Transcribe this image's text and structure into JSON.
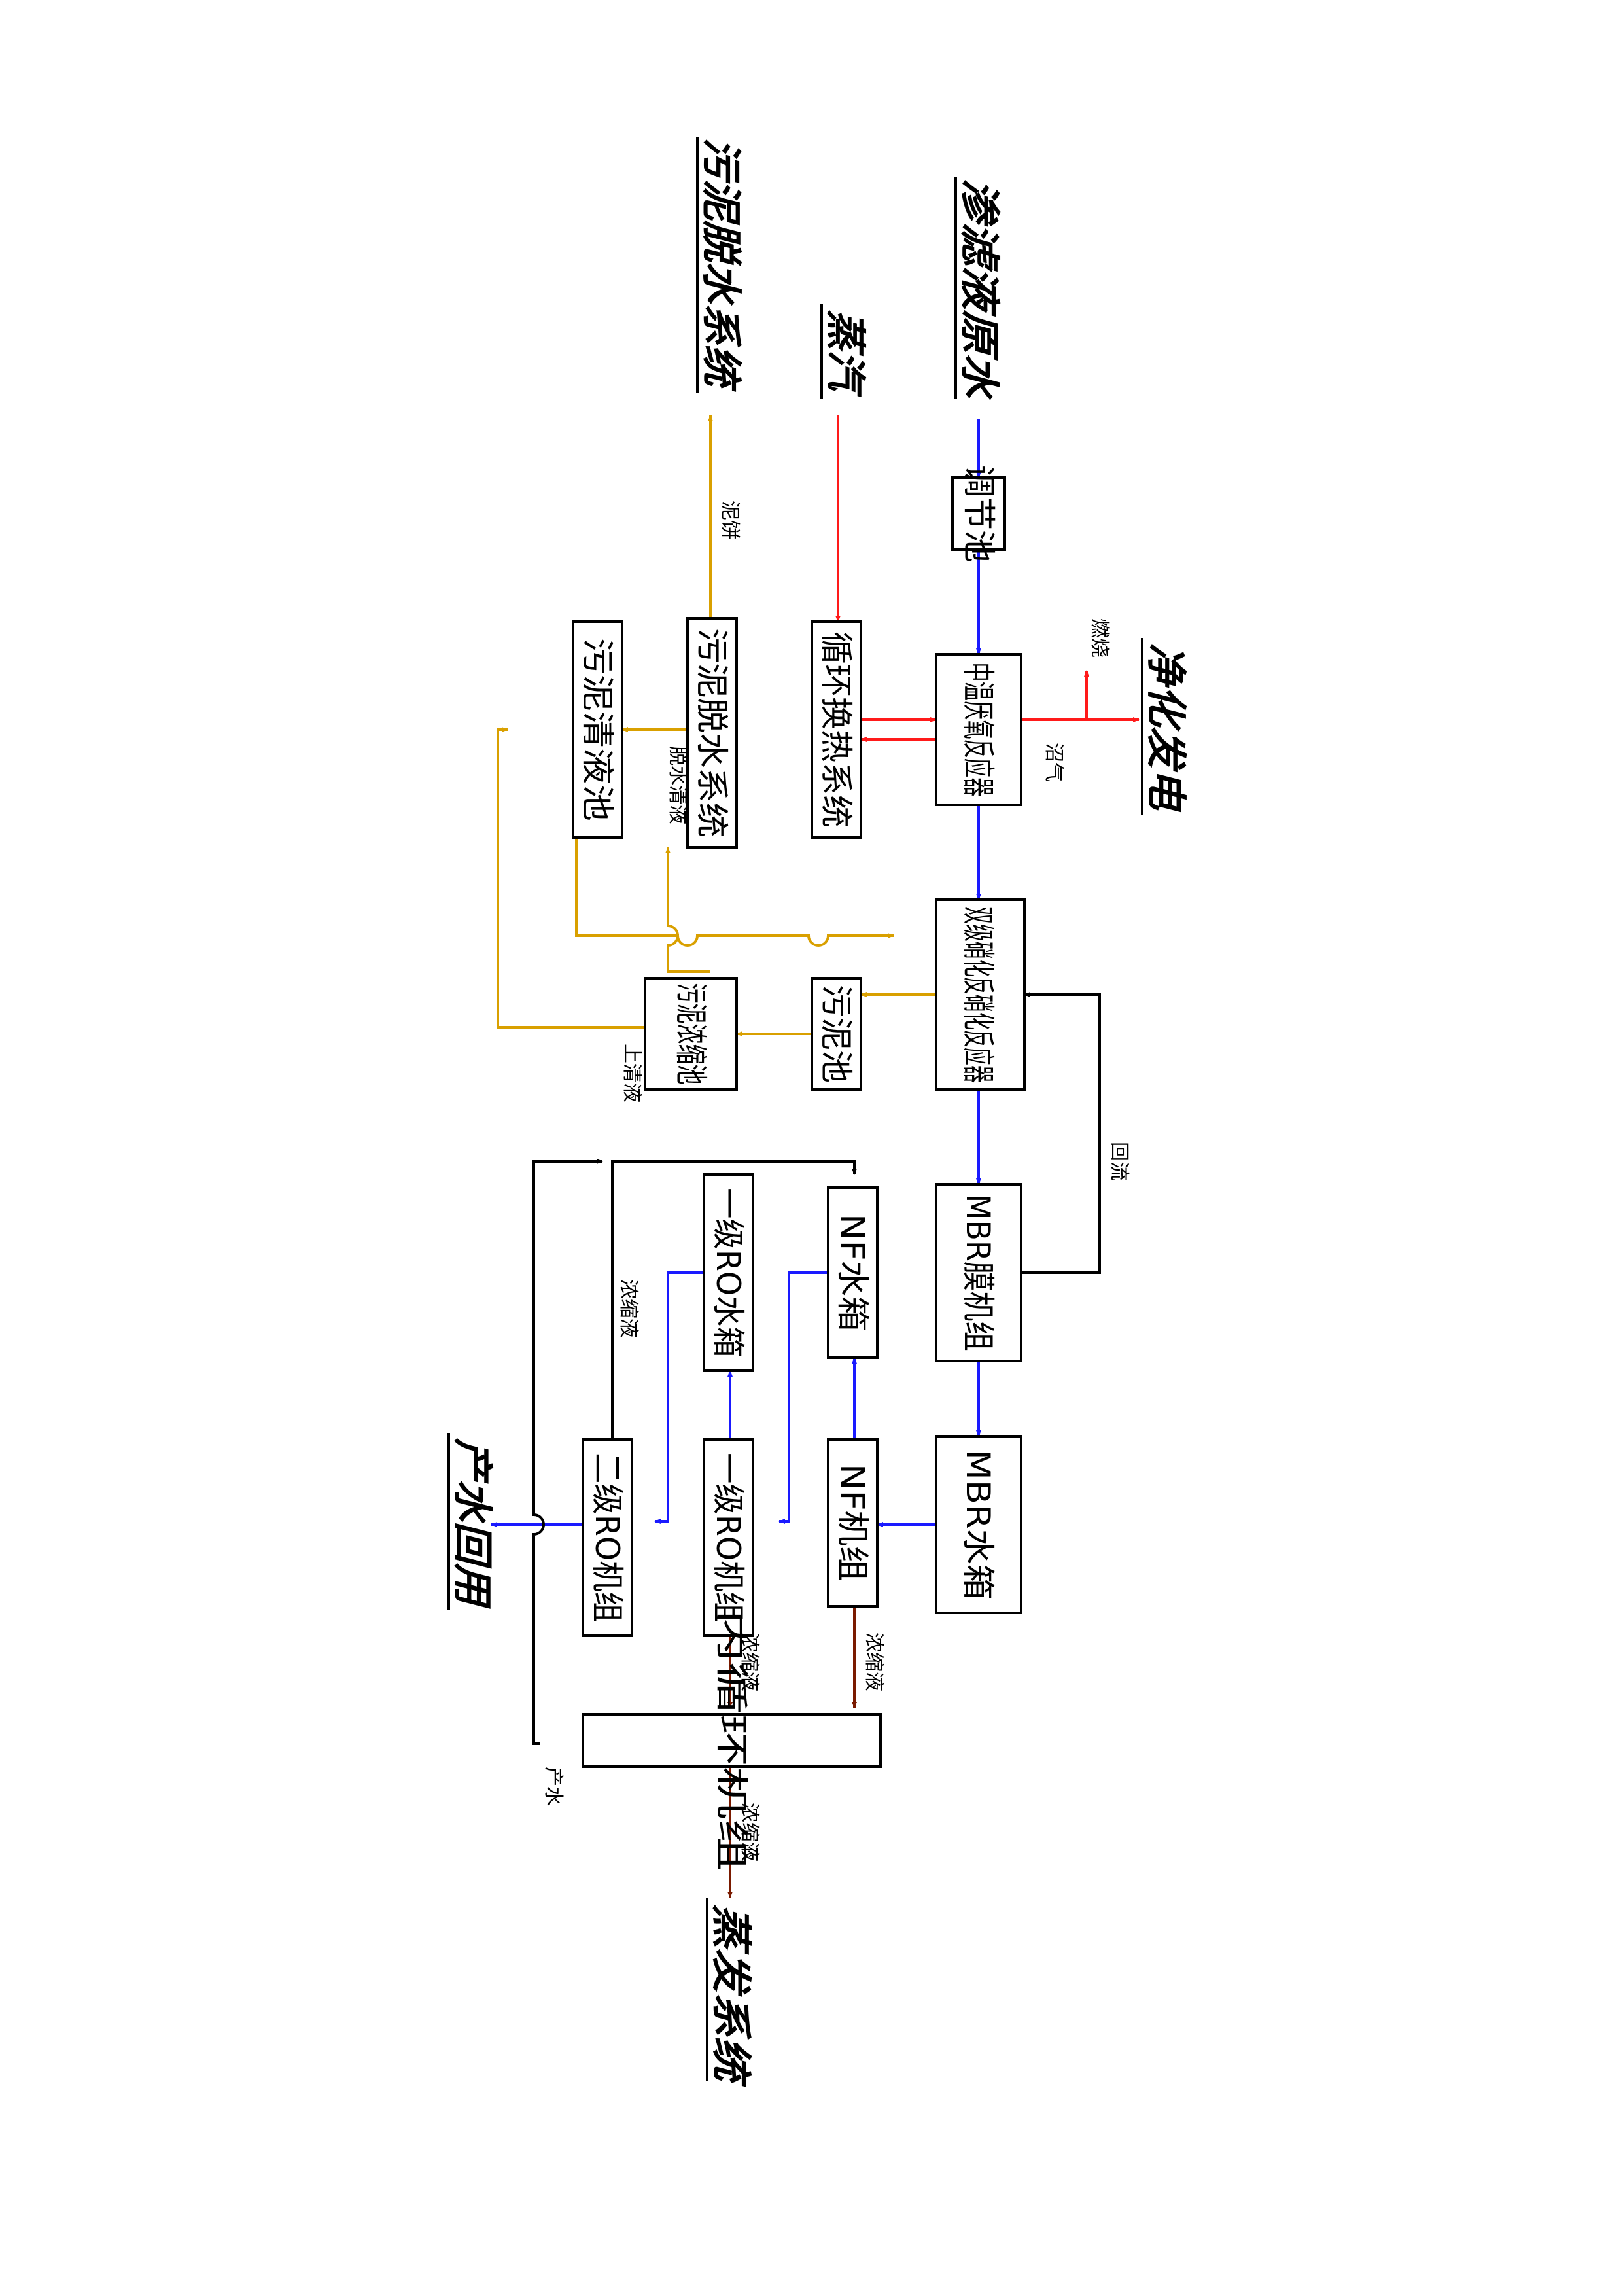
{
  "colors": {
    "water": "#1a1aff",
    "steam": "#ff1a1a",
    "sludge": "#d9a000",
    "concentrate": "#7a1a00",
    "recycle": "#000000"
  },
  "terminals": {
    "leachate_raw": "渗滤液原水",
    "steam": "蒸汽",
    "sludge_dewatering": "污泥脱水系统",
    "power_generation": "净化发电",
    "water_reuse": "产水回用",
    "evaporation": "蒸发系统"
  },
  "boxes": {
    "equalization_tank": "调节池",
    "anaerobic_reactor": "中温厌氧反应器",
    "heat_exchange": "循环换热系统",
    "dewatering_system": "污泥脱水系统",
    "sludge_clear_tank": "污泥清液池",
    "nitrification_reactor": "双级硝化反硝化反应器",
    "sludge_tank": "污泥池",
    "thickening_tank": "污泥浓缩池",
    "mbr_unit": "MBR膜机组",
    "mbr_tank": "MBR水箱",
    "nf_tank": "NF水箱",
    "nf_unit": "NF机组",
    "ro1_tank": "一级RO水箱",
    "ro1_unit": "一级RO机组",
    "ro2_unit": "二级RO机组",
    "internal_circulation": "内循环机组"
  },
  "labels": {
    "burn": "燃烧",
    "biogas": "沼气",
    "sludge_cake": "泥饼",
    "dewater_filtrate": "脱水清液",
    "supernatant": "上清液",
    "recycle_flow": "回流",
    "concentrate_ro1": "浓缩液",
    "concentrate_nf": "浓缩液",
    "concentrate_ro2": "浓缩液",
    "concentrate_ic": "浓缩液",
    "product_water": "产水"
  }
}
